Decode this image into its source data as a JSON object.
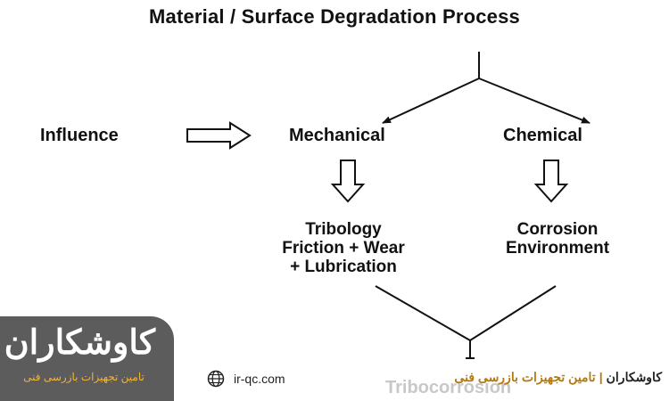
{
  "title": "Material / Surface Degradation Process",
  "influence": "Influence",
  "mechanical": "Mechanical",
  "chemical": "Chemical",
  "mechanical_outcome": [
    "Tribology",
    "Friction + Wear",
    "+ Lubrication"
  ],
  "chemical_outcome": [
    "Corrosion",
    "Environment"
  ],
  "result_label": "Tribocorrosion",
  "brand": {
    "name": "کاوشکاران",
    "tagline": "تامین تجهیزات بازرسی فنی",
    "website": "ir-qc.com",
    "footer_name": "کاوشکاران",
    "footer_separator": "|",
    "footer_tagline": "تامین تجهیزات بازرسی فنی"
  },
  "colors": {
    "brand_box": "#5c5c5c",
    "brand_accent": "#f2b53a",
    "footer_accent": "#b47a12"
  }
}
